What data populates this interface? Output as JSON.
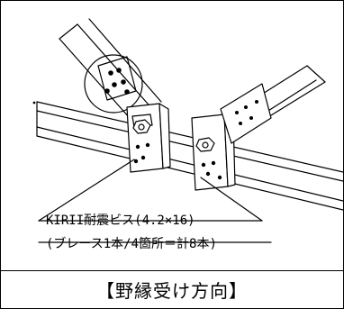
{
  "callout": {
    "line1": "KIRII耐震ビス(4.2×16)",
    "line2": "(ブレース1本/4箇所＝計8本)"
  },
  "caption": "【野縁受け方向】"
}
